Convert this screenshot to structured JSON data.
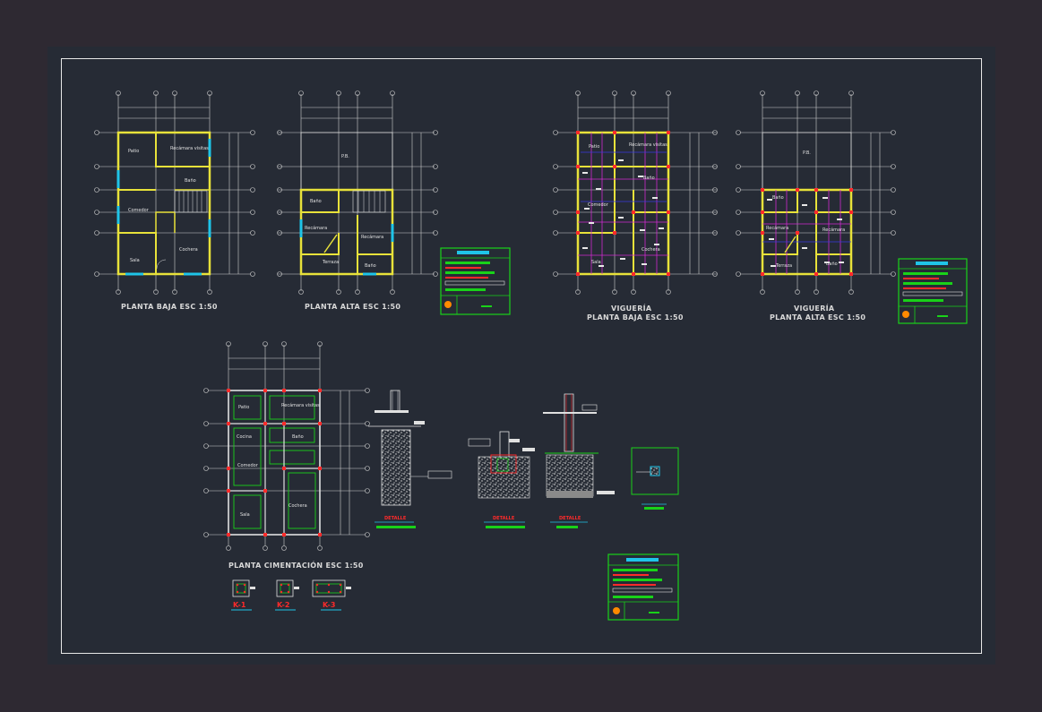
{
  "labels": {
    "planta_baja": "PLANTA BAJA ESC 1:50",
    "planta_alta": "PLANTA ALTA ESC 1:50",
    "vigueria": "VIGUERÍA",
    "vigueria_baja_sub": "PLANTA BAJA ESC 1:50",
    "vigueria_alta_sub": "PLANTA ALTA ESC 1:50",
    "cimentacion": "PLANTA CIMENTACIÓN ESC 1:50",
    "k1": "K-1",
    "k2": "K-2",
    "k3": "K-3",
    "detalle": "DETALLE"
  },
  "rooms": {
    "patio": "Patio",
    "recamara_visitas": "Recámara visitas",
    "bano": "Baño",
    "comedor": "Comedor",
    "cocina": "Cocina",
    "sala": "Sala",
    "cochera": "Cochera",
    "recamara": "Recámara",
    "terraza": "Terraza",
    "pb": "P.B."
  },
  "colors": {
    "background": "#262b35",
    "outer": "#2e2932",
    "frame": "#e8e8e8",
    "grid": "#cfcfcf",
    "wall": "#e8e23a",
    "window": "#1fc4e8",
    "beam": "#d02ad0",
    "column": "#ff2a2a",
    "title_block": "#19d219"
  }
}
